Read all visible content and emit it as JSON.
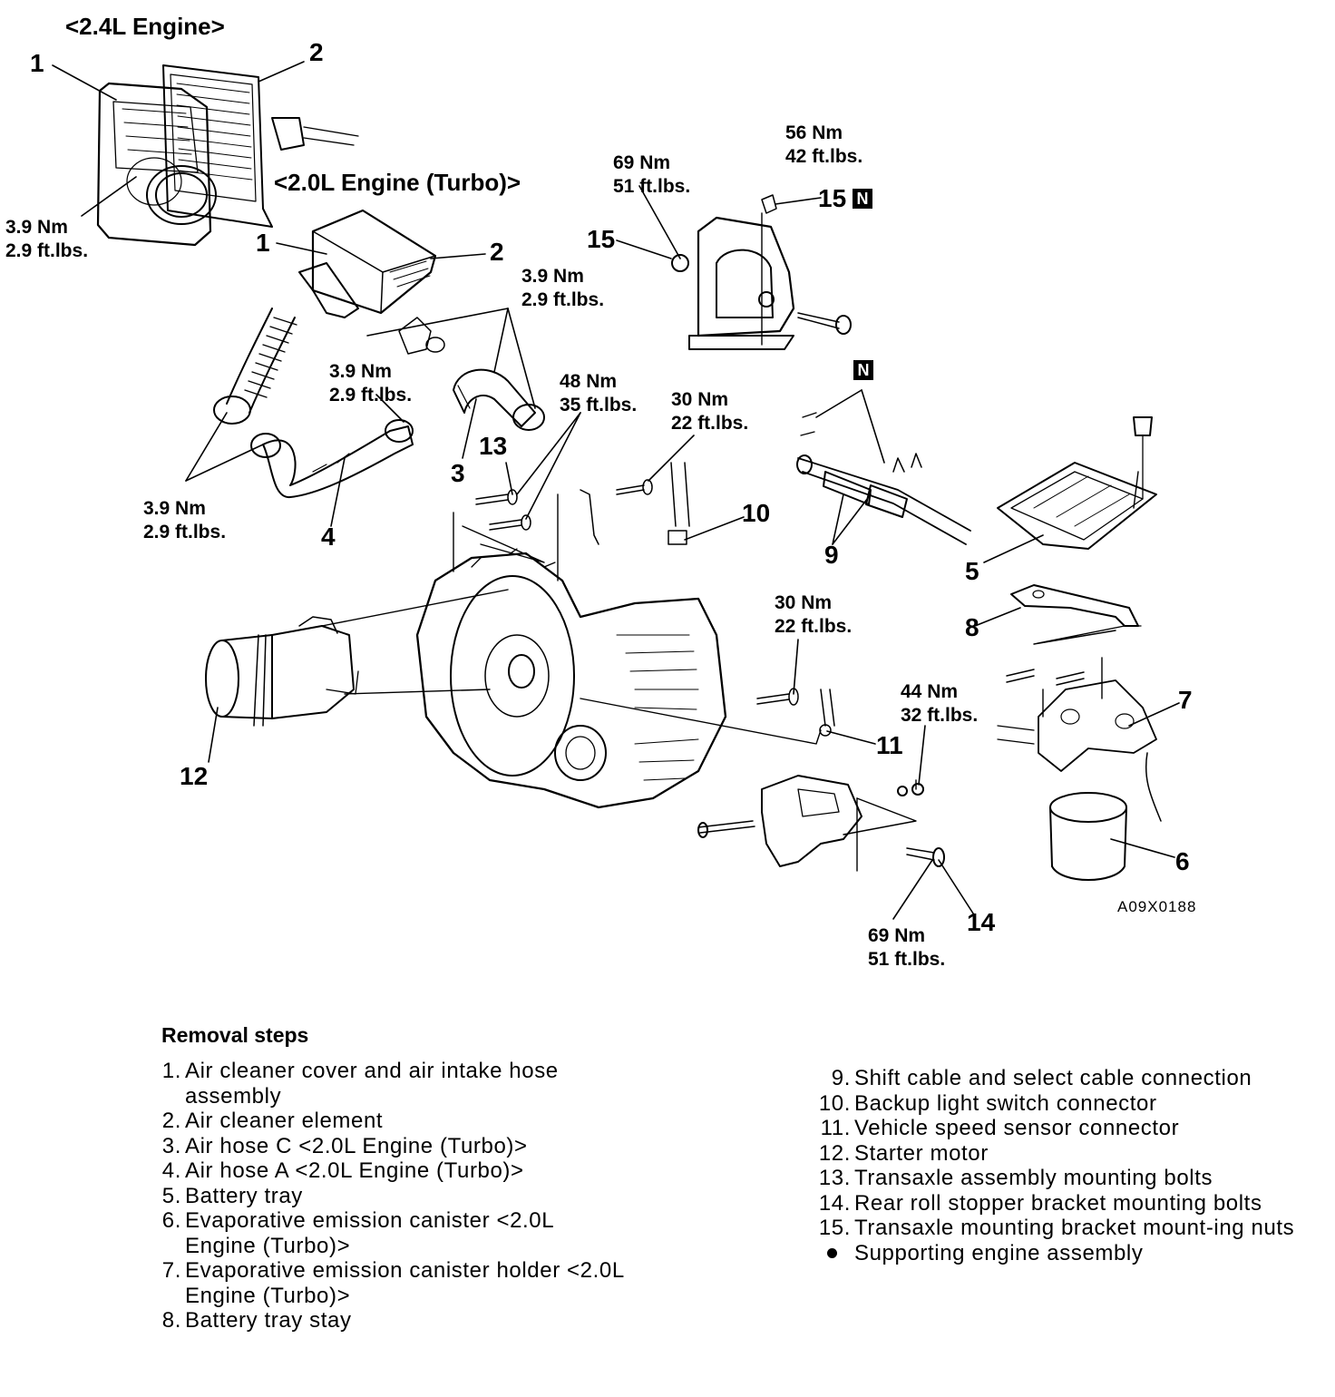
{
  "headings": {
    "engine_24": "<2.4L Engine>",
    "engine_20": "<2.0L Engine (Turbo)>"
  },
  "torques": {
    "t_39_a": [
      "3.9 Nm",
      "2.9 ft.lbs."
    ],
    "t_39_b": [
      "3.9 Nm",
      "2.9 ft.lbs."
    ],
    "t_39_c": [
      "3.9 Nm",
      "2.9 ft.lbs."
    ],
    "t_39_d": [
      "3.9 Nm",
      "2.9 ft.lbs."
    ],
    "t_69_top": [
      "69 Nm",
      "51 ft.lbs."
    ],
    "t_56": [
      "56 Nm",
      "42 ft.lbs."
    ],
    "t_48": [
      "48 Nm",
      "35 ft.lbs."
    ],
    "t_30_top": [
      "30 Nm",
      "22 ft.lbs."
    ],
    "t_30_mid": [
      "30 Nm",
      "22 ft.lbs."
    ],
    "t_44": [
      "44 Nm",
      "32 ft.lbs."
    ],
    "t_69_bottom": [
      "69 Nm",
      "51 ft.lbs."
    ]
  },
  "callouts": {
    "c1_top": "1",
    "c2_top": "2",
    "c1_mid": "1",
    "c2_mid": "2",
    "c3": "3",
    "c4": "4",
    "c5": "5",
    "c6": "6",
    "c7": "7",
    "c8": "8",
    "c9": "9",
    "c10": "10",
    "c11": "11",
    "c12": "12",
    "c13": "13",
    "c14": "14",
    "c15_left": "15",
    "c15_right": "15"
  },
  "n_marker": "N",
  "figure_code": "A09X0188",
  "legend": {
    "heading": "Removal steps",
    "steps_left": [
      {
        "n": "1.",
        "text": "Air cleaner cover and air intake hose assembly"
      },
      {
        "n": "2.",
        "text": "Air cleaner element"
      },
      {
        "n": "3.",
        "text": "Air hose C <2.0L Engine (Turbo)>"
      },
      {
        "n": "4.",
        "text": "Air hose A <2.0L Engine (Turbo)>"
      },
      {
        "n": "5.",
        "text": "Battery tray"
      },
      {
        "n": "6.",
        "text": "Evaporative emission canister <2.0L Engine (Turbo)>"
      },
      {
        "n": "7.",
        "text": "Evaporative emission canister holder <2.0L Engine (Turbo)>"
      },
      {
        "n": "8.",
        "text": "Battery tray stay"
      }
    ],
    "steps_right": [
      {
        "n": "9.",
        "text": "Shift cable and select cable connection"
      },
      {
        "n": "10.",
        "text": "Backup light switch connector"
      },
      {
        "n": "11.",
        "text": "Vehicle speed sensor connector"
      },
      {
        "n": "12.",
        "text": "Starter motor"
      },
      {
        "n": "13.",
        "text": "Transaxle assembly mounting bolts"
      },
      {
        "n": "14.",
        "text": "Rear roll stopper bracket mounting bolts"
      },
      {
        "n": "15.",
        "text": "Transaxle mounting bracket mount-ing nuts"
      },
      {
        "n": "•",
        "text": "Supporting engine assembly"
      }
    ]
  }
}
